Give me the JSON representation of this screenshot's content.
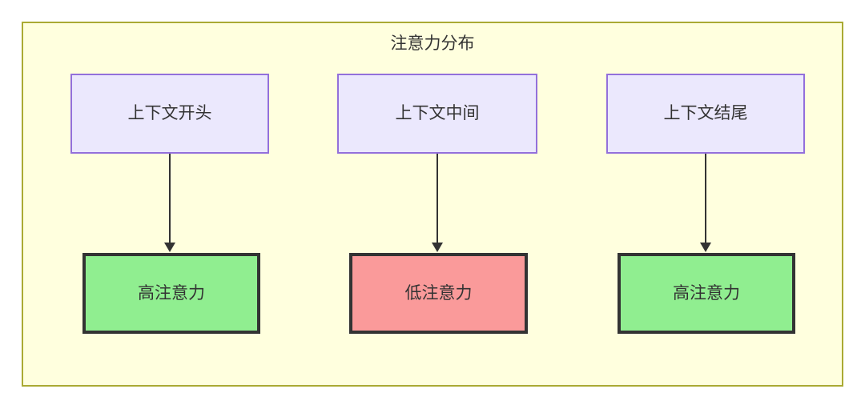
{
  "diagram": {
    "title": "注意力分布",
    "container": {
      "fill": "#ffffde",
      "border": "#aaaa33"
    },
    "nodes": {
      "top": [
        {
          "id": "context-start",
          "label": "上下文开头",
          "fill": "#ebe8fd",
          "border": "#9370db"
        },
        {
          "id": "context-middle",
          "label": "上下文中间",
          "fill": "#ebe8fd",
          "border": "#9370db"
        },
        {
          "id": "context-end",
          "label": "上下文结尾",
          "fill": "#ebe8fd",
          "border": "#9370db"
        }
      ],
      "bottom": [
        {
          "id": "attention-high-start",
          "label": "高注意力",
          "fill": "#90ee90",
          "border": "#333333"
        },
        {
          "id": "attention-low-middle",
          "label": "低注意力",
          "fill": "#fa9a9a",
          "border": "#333333"
        },
        {
          "id": "attention-high-end",
          "label": "高注意力",
          "fill": "#90ee90",
          "border": "#333333"
        }
      ]
    },
    "edges": [
      {
        "from": "context-start",
        "to": "attention-high-start",
        "label": ""
      },
      {
        "from": "context-middle",
        "to": "attention-low-middle",
        "label": ""
      },
      {
        "from": "context-end",
        "to": "attention-high-end",
        "label": ""
      }
    ]
  }
}
